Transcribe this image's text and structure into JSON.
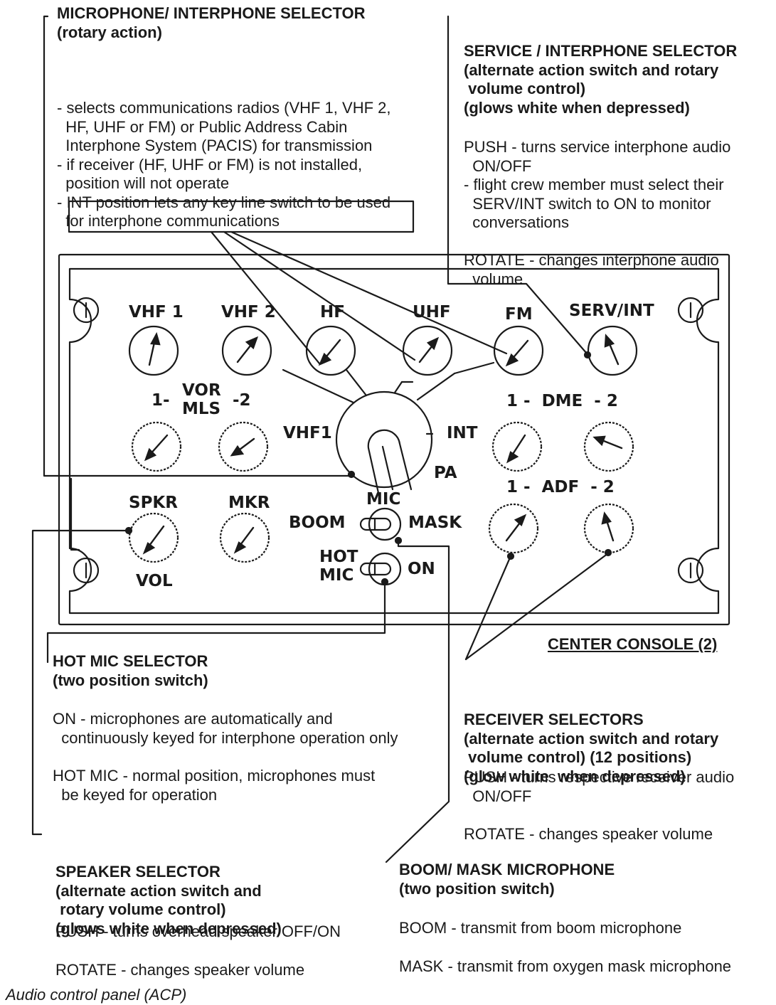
{
  "callouts": {
    "mic_selector": {
      "title": [
        "MICROPHONE/ INTERPHONE SELECTOR",
        "(rotary action)"
      ],
      "body": [
        "- selects communications radios (VHF 1, VHF 2,",
        "  HF, UHF or FM) or Public Address Cabin",
        "  Interphone System (PACIS) for transmission",
        "- if receiver (HF, UHF or FM) is not installed,",
        "  position will not operate",
        "- INT position lets any key line switch to be used",
        "  for interphone communications"
      ]
    },
    "serv_selector": {
      "title": [
        "SERVICE / INTERPHONE SELECTOR",
        "(alternate action switch and rotary",
        " volume control)",
        "(glows white when depressed)"
      ],
      "body1": [
        "PUSH - turns service interphone audio",
        "  ON/OFF",
        "- flight crew member must select their",
        "  SERV/INT switch to ON to monitor",
        "  conversations"
      ],
      "body2": [
        "ROTATE - changes interphone audio",
        "  volume"
      ]
    },
    "hot_mic": {
      "title": [
        "HOT MIC SELECTOR",
        "(two position switch)"
      ],
      "body1": [
        "ON - microphones are automatically and",
        "  continuously keyed for interphone operation only"
      ],
      "body2": [
        "HOT MIC - normal position, microphones must",
        "  be keyed for operation"
      ]
    },
    "receiver": {
      "title": [
        "RECEIVER SELECTORS",
        "(alternate action switch and rotary",
        " volume control) (12 positions)",
        "(glow white  when depressed)"
      ],
      "body1": [
        "PUSH - turns respective receiver audio",
        "  ON/OFF"
      ],
      "body2": [
        "ROTATE - changes speaker volume"
      ]
    },
    "speaker": {
      "title": [
        "SPEAKER SELECTOR",
        "(alternate action switch and",
        " rotary volume control)",
        "(glows white when depressed)"
      ],
      "body1": [
        "PUSH - turns overhead speaker OFF/ON"
      ],
      "body2": [
        "ROTATE - changes speaker volume"
      ]
    },
    "boom_mask": {
      "title": [
        "BOOM/ MASK MICROPHONE",
        "(two position switch)"
      ],
      "body1": [
        "BOOM - transmit from boom microphone"
      ],
      "body2": [
        "MASK - transmit from oxygen mask microphone"
      ]
    }
  },
  "panel": {
    "knob_labels": {
      "vhf1": "VHF 1",
      "vhf2": "VHF 2",
      "hf": "HF",
      "uhf": "UHF",
      "fm": "FM",
      "serv_int": "SERV/INT",
      "spkr": "SPKR",
      "mkr": "MKR",
      "vol": "VOL"
    },
    "vor_mls": {
      "left": "1-",
      "top": "VOR",
      "bottom": "MLS",
      "right": "-2"
    },
    "dme": "1 -  DME  - 2",
    "adf": "1 -  ADF  - 2",
    "selector_labels": {
      "vhf1": "VHF1",
      "int": "INT",
      "pa": "PA"
    },
    "mic_switch": {
      "mic": "MIC",
      "boom": "BOOM",
      "mask": "MASK"
    },
    "hot_switch": {
      "hot": "HOT",
      "mic": "MIC",
      "on": "ON"
    }
  },
  "location": "CENTER CONSOLE (2)",
  "caption": "Audio control panel (ACP)"
}
